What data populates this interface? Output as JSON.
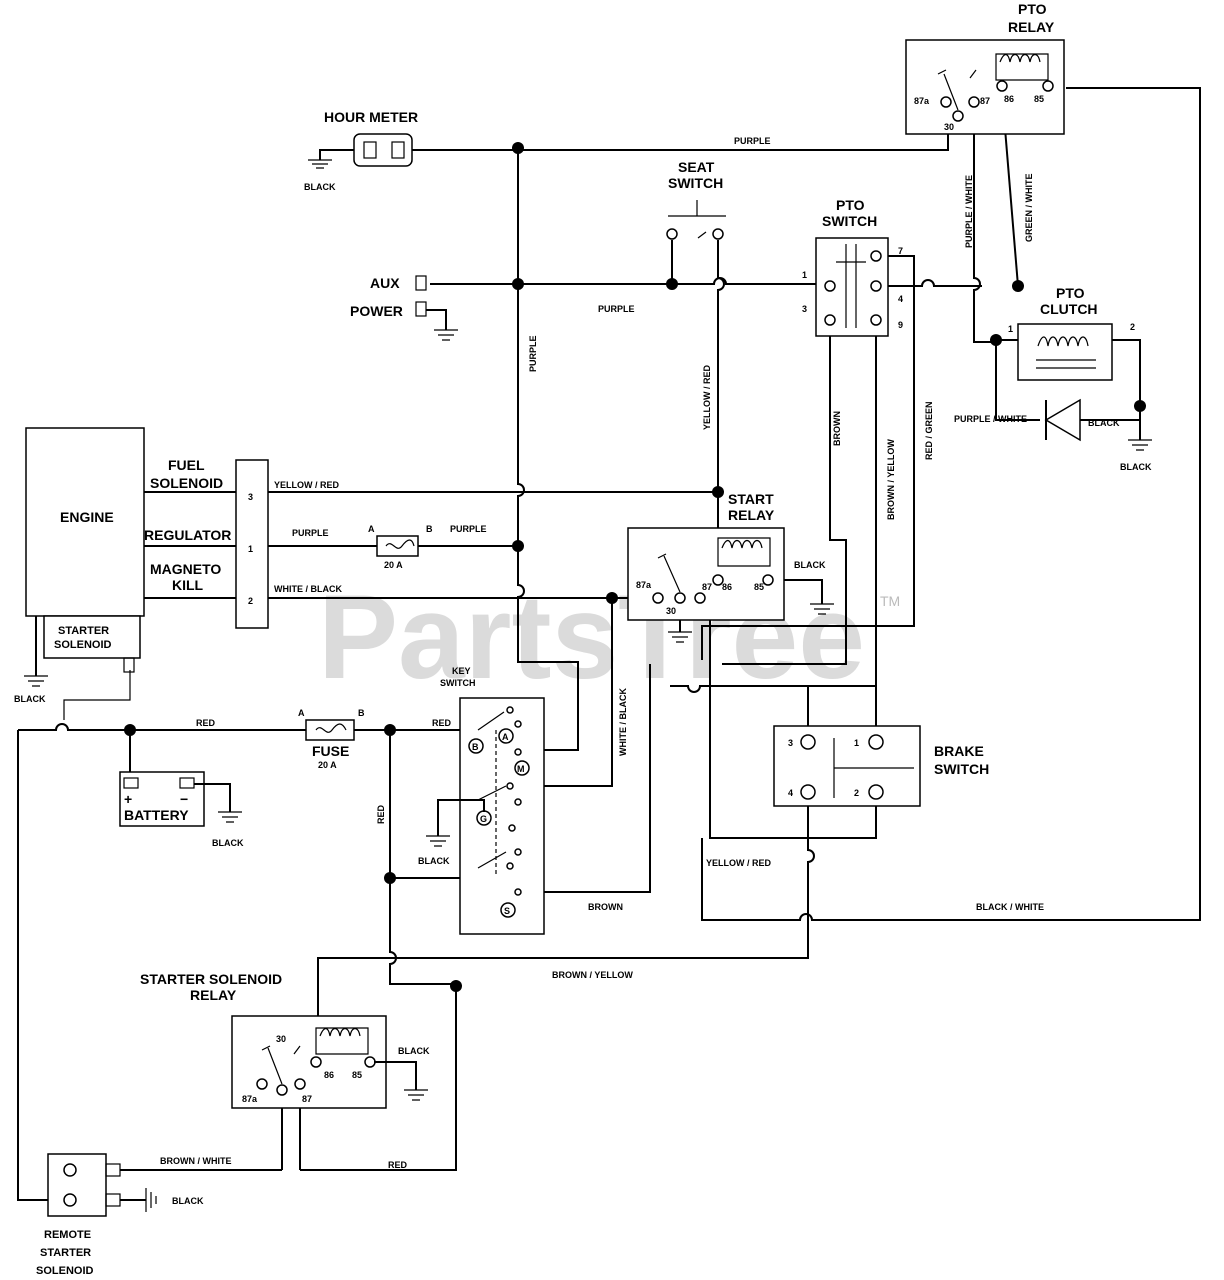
{
  "components": {
    "hour_meter": "HOUR METER",
    "seat_switch": [
      "SEAT",
      "SWITCH"
    ],
    "pto_switch": [
      "PTO",
      "SWITCH"
    ],
    "pto_relay": [
      "PTO",
      "RELAY"
    ],
    "pto_clutch": [
      "PTO",
      "CLUTCH"
    ],
    "aux": "AUX",
    "power": "POWER",
    "engine": "ENGINE",
    "fuel_solenoid": [
      "FUEL",
      "SOLENOID"
    ],
    "regulator": "REGULATOR",
    "magneto_kill": [
      "MAGNETO",
      "KILL"
    ],
    "starter_solenoid": [
      "STARTER",
      "SOLENOID"
    ],
    "start_relay": [
      "START",
      "RELAY"
    ],
    "key_switch": [
      "KEY",
      "SWITCH"
    ],
    "brake_switch": [
      "BRAKE",
      "SWITCH"
    ],
    "battery": "BATTERY",
    "fuse": [
      "FUSE",
      "20 A"
    ],
    "inline_fuse_rating": "20 A",
    "starter_solenoid_relay": [
      "STARTER SOLENOID",
      "RELAY"
    ],
    "remote_starter_solenoid": [
      "REMOTE",
      "STARTER",
      "SOLENOID"
    ]
  },
  "wires": {
    "purple": "PURPLE",
    "yellow_red": "YELLOW / RED",
    "white_black": "WHITE / BLACK",
    "brown": "BROWN",
    "brown_yellow": "BROWN / YELLOW",
    "red_green": "RED / GREEN",
    "purple_white": "PURPLE / WHITE",
    "green_white": "GREEN / WHITE",
    "black": "BLACK",
    "red": "RED",
    "black_white": "BLACK / WHITE",
    "brown_white": "BROWN / WHITE"
  },
  "pins": {
    "relay": [
      "87a",
      "30",
      "87",
      "86",
      "85"
    ],
    "connector": [
      "3",
      "1",
      "2"
    ],
    "pto_switch": [
      "1",
      "3",
      "7",
      "4",
      "9"
    ],
    "pto_clutch": [
      "1",
      "2"
    ],
    "brake_switch": [
      "3",
      "1",
      "4",
      "2"
    ],
    "key_switch": [
      "B",
      "A",
      "M",
      "G",
      "S"
    ],
    "fuse_terminals": [
      "A",
      "B"
    ]
  },
  "watermark": {
    "text": "PartsTree",
    "mark": "TM"
  }
}
